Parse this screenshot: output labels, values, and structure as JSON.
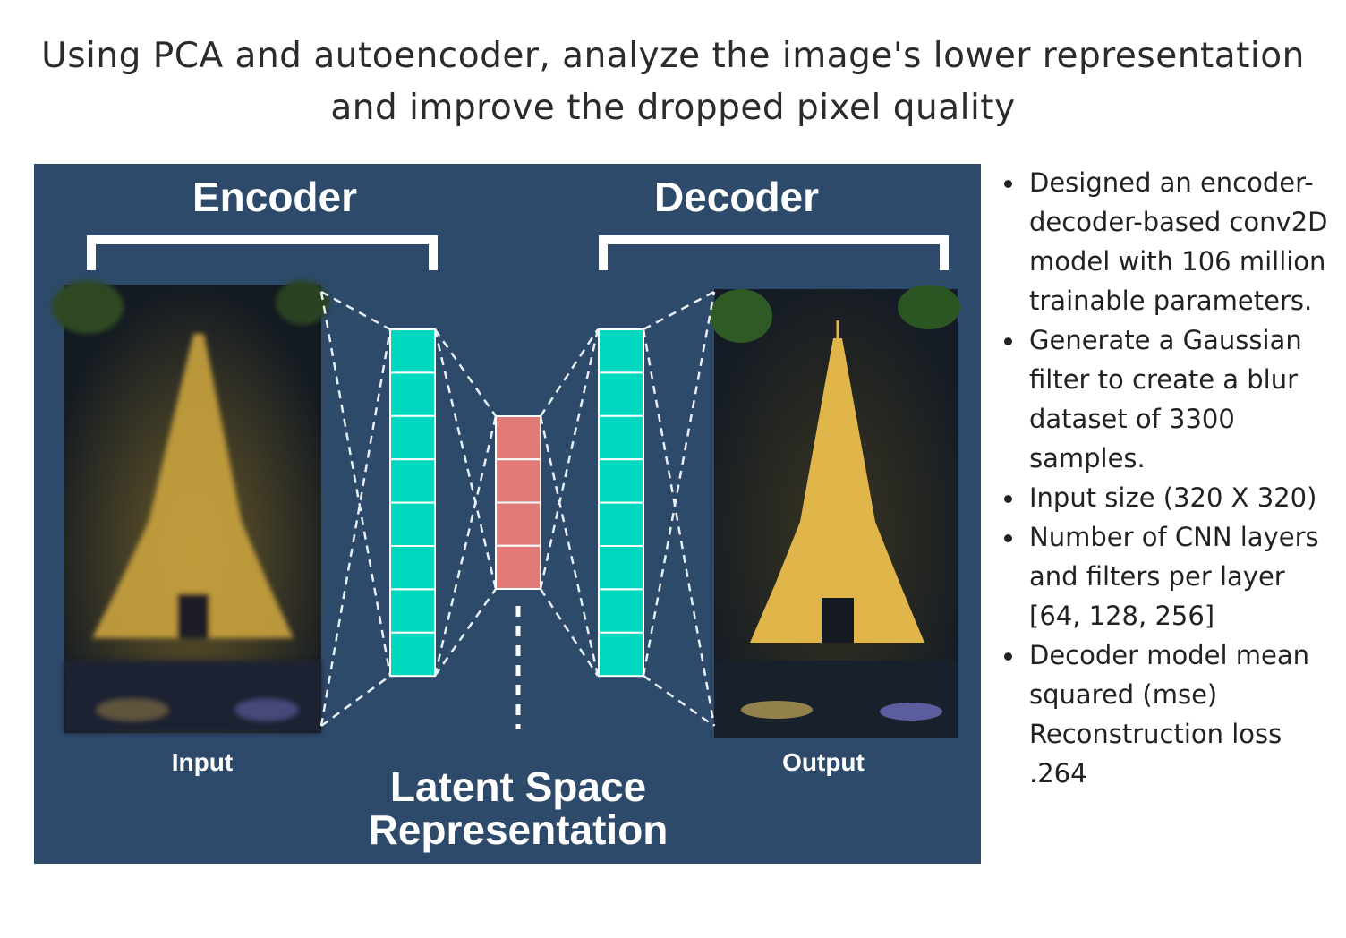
{
  "title": {
    "line1": "Using PCA and autoencoder, analyze the image's lower representation",
    "line2": "and improve the dropped pixel quality"
  },
  "diagram": {
    "encoder_label": "Encoder",
    "decoder_label": "Decoder",
    "input_label": "Input",
    "output_label": "Output",
    "latent_label_line1": "Latent Space",
    "latent_label_line2": "Representation",
    "colors": {
      "background": "#2d4a6b",
      "layer_cell": "#00d9c0",
      "latent_cell": "#e07b78",
      "bracket": "#ffffff",
      "night_sky": "#0f1620",
      "tower_light": "#d9b24a"
    },
    "encoder_cells": 8,
    "latent_cells": 4,
    "decoder_cells": 8,
    "input_image": "blurry-eiffel-tower-night-photo",
    "output_image": "sharp-eiffel-tower-night-photo"
  },
  "bullets": [
    "Designed an encoder-decoder-based conv2D model with 106 million trainable parameters.",
    "Generate a Gaussian filter to create a blur dataset of 3300 samples.",
    "Input size (320 X 320)",
    "Number of CNN layers and filters per layer [64, 128, 256]",
    "Decoder model mean squared (mse) Reconstruction loss .264"
  ]
}
